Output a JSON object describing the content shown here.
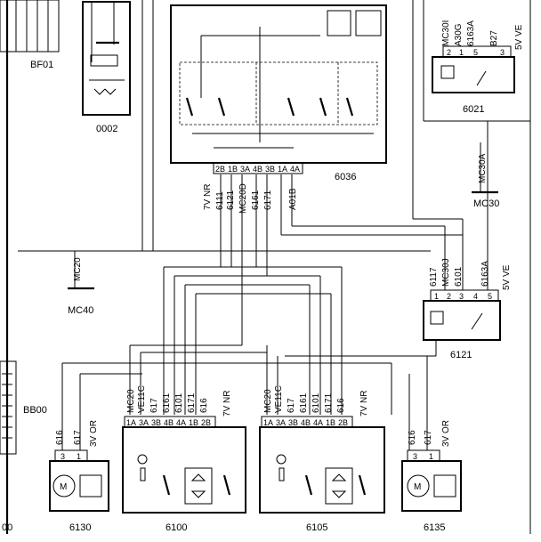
{
  "components": {
    "bf01": "BF01",
    "c0002": "0002",
    "c6036": "6036",
    "c6021": "6021",
    "mc30": "MC30",
    "mc40": "MC40",
    "c6121": "6121",
    "bb00": "BB00",
    "c6130": "6130",
    "c6100": "6100",
    "c6105": "6105",
    "c6135": "6135",
    "bb00_edge": "00"
  },
  "connector_6036": {
    "pins": [
      "2B",
      "1B",
      "3A",
      "4B",
      "3B",
      "1A",
      "4A"
    ],
    "spec": "7V NR",
    "wires": [
      "6111",
      "6121",
      "MC20D",
      "6161",
      "6171",
      "A01B"
    ]
  },
  "connector_6021": {
    "spec": "5V VE",
    "wires": [
      "MC30I",
      "A30G",
      "6163A",
      "B27"
    ],
    "pins": [
      "2",
      "1",
      "5",
      "3"
    ]
  },
  "ground_mc30": {
    "wire": "MC30A"
  },
  "ground_mc40": {
    "wire": "MC20"
  },
  "connector_6121": {
    "spec": "5V VE",
    "wires": [
      "6117",
      "MC30J",
      "6101",
      "6163A"
    ],
    "pins": [
      "1",
      "2",
      "3",
      "4",
      "5"
    ]
  },
  "connector_6100": {
    "spec": "7V NR",
    "wires": [
      "MC20",
      "VE11C",
      "617",
      "6161",
      "6101",
      "6171",
      "616"
    ],
    "pins": [
      "1A",
      "3A",
      "3B",
      "4B",
      "4A",
      "1B",
      "2B"
    ]
  },
  "connector_6105": {
    "spec": "7V NR",
    "wires": [
      "MC20",
      "VE11C",
      "617",
      "6161",
      "6101",
      "6171",
      "616"
    ],
    "pins": [
      "1A",
      "3A",
      "3B",
      "4B",
      "4A",
      "1B",
      "2B"
    ]
  },
  "connector_6130": {
    "spec": "3V OR",
    "wires": [
      "616",
      "617"
    ],
    "pins": [
      "3",
      "1"
    ],
    "motor": "M"
  },
  "connector_6135": {
    "spec": "3V OR",
    "wires": [
      "616",
      "617"
    ],
    "pins": [
      "3",
      "1"
    ],
    "motor": "M"
  }
}
